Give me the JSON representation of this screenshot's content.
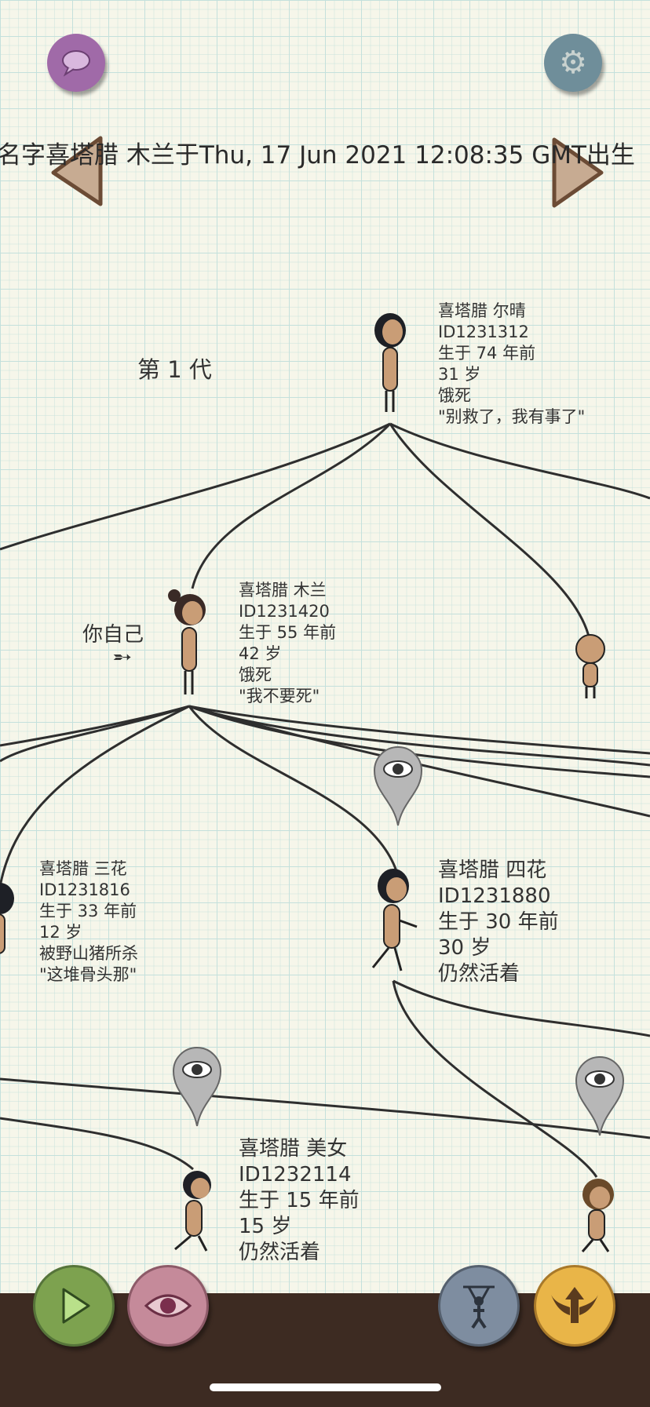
{
  "header": {
    "birth_text": "名字喜塔腊 木兰于Thu, 17 Jun 2021 12:08:35 GMT出生"
  },
  "generation_label": "第 1 代",
  "self_label": "你自己",
  "people": [
    {
      "name": "喜塔腊 尔晴",
      "id": "ID1231312",
      "born": "生于 74 年前",
      "age": "31 岁",
      "status": "饿死",
      "quote": "\"别救了，我有事了\""
    },
    {
      "name": "喜塔腊 木兰",
      "id": "ID1231420",
      "born": "生于 55 年前",
      "age": "42 岁",
      "status": "饿死",
      "quote": "\"我不要死\""
    },
    {
      "name": "喜塔腊 三花",
      "id": "ID1231816",
      "born": "生于 33 年前",
      "age": "12 岁",
      "status": "被野山猪所杀",
      "quote": "\"这堆骨头那\""
    },
    {
      "name": "喜塔腊 四花",
      "id": "ID1231880",
      "born": "生于 30 年前",
      "age": "30 岁",
      "status": "仍然活着"
    },
    {
      "name": "喜塔腊 美女",
      "id": "ID1232114",
      "born": "生于 15 年前",
      "age": "15 岁",
      "status": "仍然活着"
    }
  ],
  "colors": {
    "ground": "#3d2b22",
    "chat": "#a06aa8",
    "gear": "#6f8e9a",
    "play": "#7da24f",
    "eye": "#c58a9a",
    "puppet": "#7e8da0",
    "wings": "#e9b548"
  }
}
